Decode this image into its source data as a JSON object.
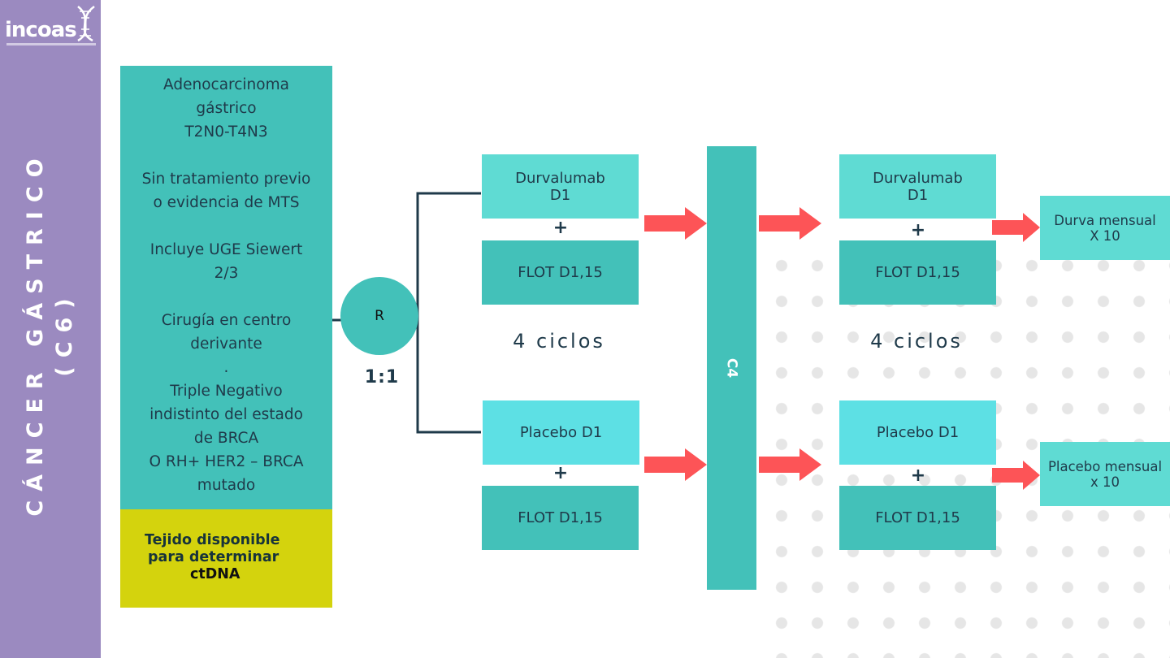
{
  "brand": {
    "name": "incoas"
  },
  "sidebar": {
    "title_line1": "CÁNCER GÁSTRICO",
    "title_line2": "(C6)"
  },
  "criteria": [
    "Adenocarcinoma\ngástrico\nT2N0-T4N3",
    "Sin tratamiento previo\no evidencia de MTS",
    "Incluye UGE Siewert\n2/3",
    "Cirugía en centro\nderivante",
    ".",
    "Triple Negativo\nindistinto del estado\nde BRCA\nO RH+ HER2 – BRCA\nmutado"
  ],
  "tissue": {
    "line1": "Tejido disponible",
    "line2": "para determinar",
    "line3": "ctDNA"
  },
  "randomization": {
    "label": "R",
    "ratio": "1:1"
  },
  "arm1": {
    "drug": "Durvalumab\nD1",
    "chemo": "FLOT D1,15"
  },
  "arm2": {
    "drug": "Placebo D1",
    "chemo": "FLOT D1,15"
  },
  "plus": "+",
  "cycles": "4 ciclos",
  "surgery": {
    "label": "C4"
  },
  "maintenance": {
    "arm1": {
      "line1": "Durva mensual",
      "line2": "X 10"
    },
    "arm2": {
      "line1": "Placebo mensual",
      "line2": "x 10"
    }
  },
  "colors": {
    "sidebar": "#9b8ac0",
    "teal": "#43c1b9",
    "light_teal": "#5fdbd3",
    "cyan": "#5de0e4",
    "lime": "#d4d30d",
    "arrow": "#fd5457"
  }
}
